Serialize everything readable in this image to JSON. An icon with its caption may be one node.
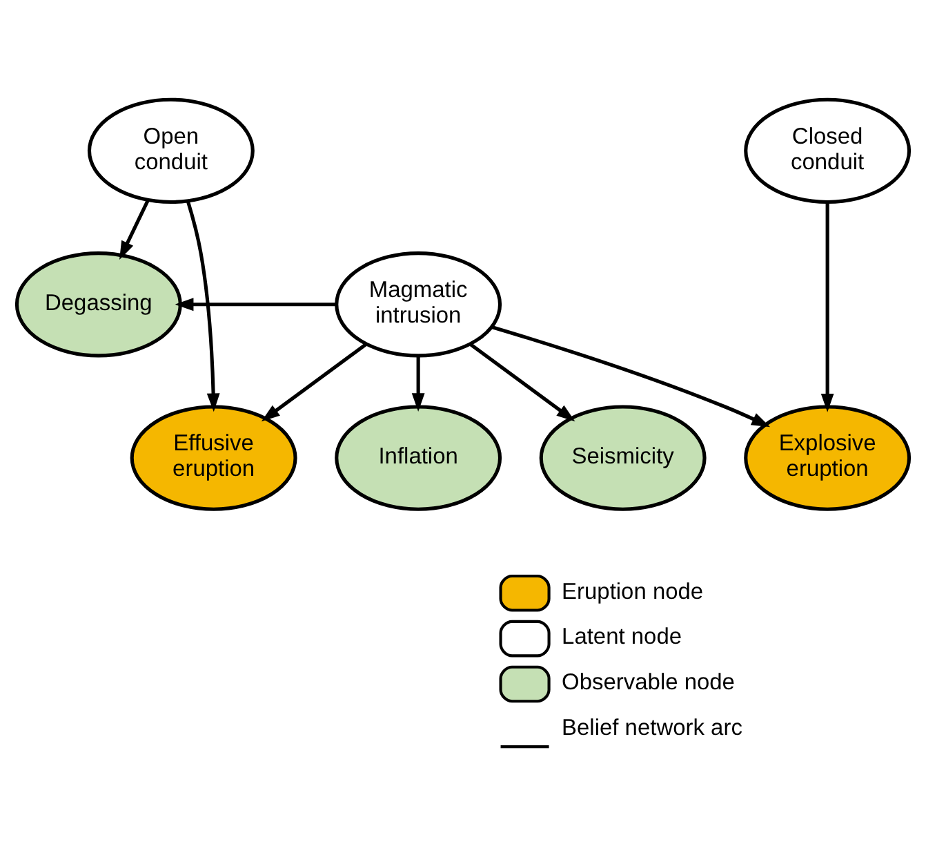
{
  "diagram": {
    "nodes": [
      {
        "text": [
          "Effusive eruption"
        ]
      },
      {
        "text": [
          "Explosive eruption"
        ]
      },
      {
        "text": [
          "Open conduit"
        ]
      },
      {
        "text": [
          "Closed conduit"
        ]
      },
      {
        "text": [
          "Magmatic intrusion"
        ]
      },
      {
        "text": [
          "Degassing"
        ]
      },
      {
        "text": [
          "Seismicity"
        ]
      },
      {
        "text": [
          "Inflation"
        ]
      }
    ],
    "edges": [
      {
        "from": 2,
        "to": 0,
        "arrow": "to"
      },
      {
        "from": 2,
        "to": 5,
        "arrow": "to"
      },
      {
        "from": 4,
        "to": 0,
        "arrow": "to"
      },
      {
        "from": 4,
        "to": 1,
        "arrow": "to"
      },
      {
        "from": 3,
        "to": 1,
        "arrow": "to"
      },
      {
        "from": 4,
        "to": 5,
        "arrow": "to"
      },
      {
        "from": 4,
        "to": 6,
        "arrow": "to"
      },
      {
        "from": 4,
        "to": 7,
        "arrow": "to"
      }
    ],
    "legend": [
      {
        "text": "Eruption node",
        "color": "#f5b700"
      },
      {
        "text": "Latent node",
        "color": "#ffffff"
      },
      {
        "text": "Observable node",
        "color": "#c5e0b4"
      },
      {
        "text": "Belief network arc"
      }
    ]
  }
}
